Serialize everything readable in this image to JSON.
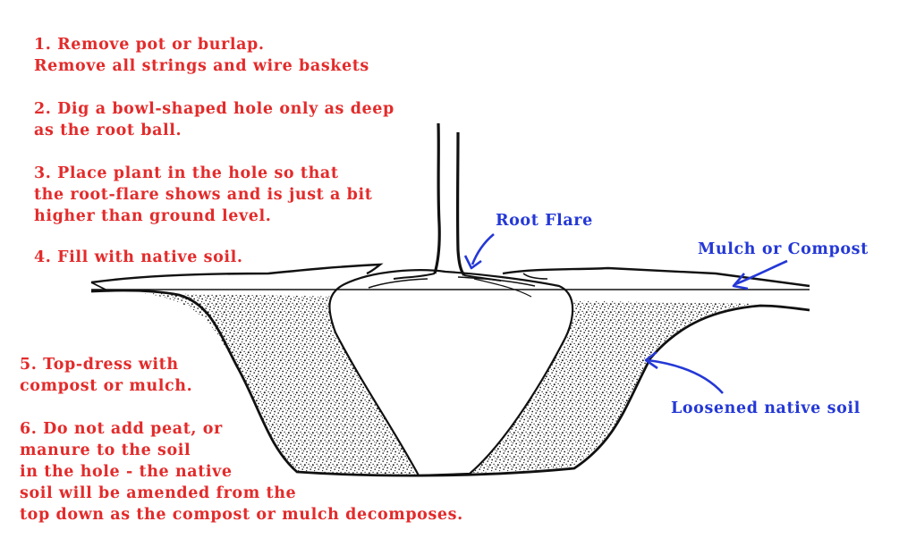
{
  "colors": {
    "instruction_text": "#e32b2b",
    "label_text": "#2438d6",
    "outline": "#111111",
    "soil_speckle": "#1a1a1a",
    "background": "#ffffff"
  },
  "instructions": [
    {
      "lines": [
        "1. Remove pot or burlap.",
        "Remove all strings and wire baskets"
      ]
    },
    {
      "lines": [
        "2. Dig a bowl-shaped hole only as deep",
        "as the root ball."
      ]
    },
    {
      "lines": [
        "3. Place plant in the hole so that",
        "the root-flare shows and is just a bit",
        "higher than ground level."
      ]
    },
    {
      "lines": [
        "4. Fill with native soil."
      ]
    },
    {
      "lines": [
        "5. Top-dress with",
        "compost or mulch."
      ]
    },
    {
      "lines": [
        "6. Do not add peat, or",
        "manure to the soil",
        "in the hole - the native",
        "soil will be amended from the",
        "top down as the compost or mulch decomposes."
      ]
    }
  ],
  "labels": {
    "root_flare": "Root Flare",
    "mulch": "Mulch or Compost",
    "loosened_soil": "Loosened native soil"
  },
  "icons": {
    "root_flare_arrow": "arrow-icon",
    "mulch_arrow": "arrow-icon",
    "soil_arrow": "arrow-icon"
  }
}
